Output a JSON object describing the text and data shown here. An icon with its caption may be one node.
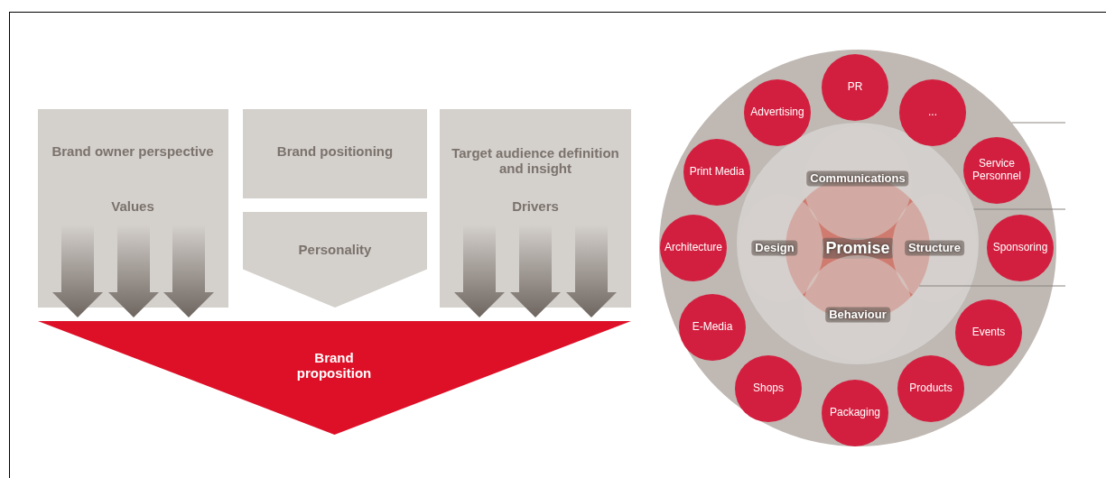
{
  "diagram": {
    "nodes": [
      {
        "text": [
          "Brand owner perspective",
          "Values"
        ]
      },
      {
        "text": [
          "Brand positioning"
        ]
      },
      {
        "text": [
          "Personality"
        ]
      },
      {
        "text": [
          "Target audience definition and insight",
          "Drivers"
        ]
      },
      {
        "text": [
          "Brand proposition"
        ]
      },
      {
        "text": [],
        "shape": "circle"
      },
      {
        "text": [],
        "shape": "circle",
        "in": 5
      },
      {
        "text": [
          "Communications"
        ],
        "in": 6
      },
      {
        "text": [
          "Design"
        ],
        "in": 6
      },
      {
        "text": [
          "Promise"
        ],
        "in": 6
      },
      {
        "text": [
          "Structure"
        ],
        "in": 6
      },
      {
        "text": [
          "Behaviour"
        ],
        "in": 6
      },
      {
        "text": [
          "PR"
        ],
        "in": 5
      },
      {
        "text": [
          "..."
        ],
        "in": 5
      },
      {
        "text": [
          "Service Personnel"
        ],
        "in": 5
      },
      {
        "text": [
          "Sponsoring"
        ],
        "in": 5
      },
      {
        "text": [
          "Events"
        ],
        "in": 5
      },
      {
        "text": [
          "Products"
        ],
        "in": 5
      },
      {
        "text": [
          "Packaging"
        ],
        "in": 5
      },
      {
        "text": [
          "Shops"
        ],
        "in": 5
      },
      {
        "text": [
          "E-Media"
        ],
        "in": 5
      },
      {
        "text": [
          "Architecture"
        ],
        "in": 5
      },
      {
        "text": [
          "Print Media"
        ],
        "in": 5
      },
      {
        "text": [
          "Advertising"
        ],
        "in": 5
      }
    ],
    "edges": [
      {
        "from": null,
        "to": 5,
        "arrow": "none"
      },
      {
        "from": null,
        "to": 6,
        "arrow": "none"
      },
      {
        "from": null,
        "to": 9,
        "arrow": "none"
      },
      {
        "from": 0,
        "to": 4,
        "arrow": "to",
        "style": "thick"
      },
      {
        "from": 0,
        "to": 4,
        "arrow": "to",
        "style": "thick"
      },
      {
        "from": 0,
        "to": 4,
        "arrow": "to",
        "style": "thick"
      },
      {
        "from": 3,
        "to": 4,
        "arrow": "to",
        "style": "thick"
      },
      {
        "from": 3,
        "to": 4,
        "arrow": "to",
        "style": "thick"
      },
      {
        "from": 3,
        "to": 4,
        "arrow": "to",
        "style": "thick"
      }
    ]
  }
}
